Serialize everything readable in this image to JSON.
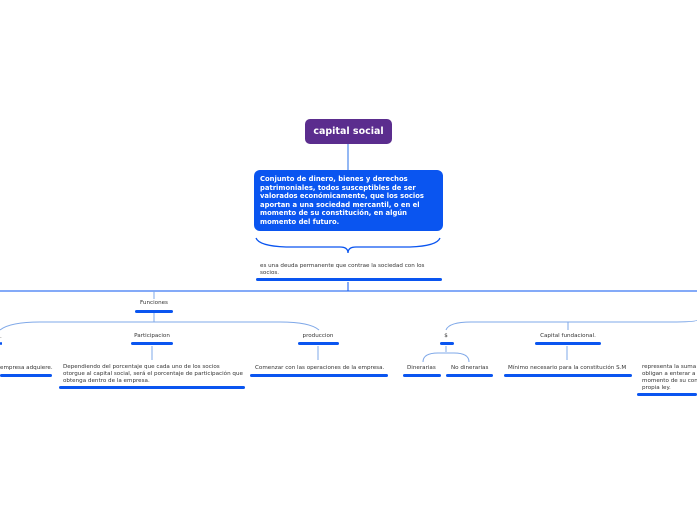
{
  "root": {
    "title": "capital social"
  },
  "definition": {
    "text": "Conjunto de dinero, bienes y derechos patrimoniales, todos susceptibles de ser valorados económicamente, que los socios aportan a una sociedad mercantil, o en el momento de su constitución, en algún momento del futuro."
  },
  "debt_note": {
    "text": "es una deuda permanente que contrae la sociedad con los socios."
  },
  "funciones": {
    "label": "Funciones",
    "children": {
      "left_partial": {
        "desc": "empresa adquiere."
      },
      "participacion": {
        "label": "Participacion",
        "desc": "Dependiendo del porcentaje que cada uno de los socios otorgue al capital social, será el porcentaje de participación que obtenga dentro de la empresa."
      },
      "produccion": {
        "label": "produccion",
        "desc": "Comenzar con las operaciones de la empresa."
      }
    }
  },
  "dollar": {
    "label": "$",
    "children": {
      "dinerarias": "Dinerarias",
      "no_dinerarias": "No dinerarias"
    }
  },
  "capital_fundacional": {
    "label": "Capital fundacional.",
    "desc": "Mínimo necesario para la constitución S.M"
  },
  "right_partial": {
    "desc": "representa la suma obligan a enterar a l momento de su cons propia ley."
  }
}
